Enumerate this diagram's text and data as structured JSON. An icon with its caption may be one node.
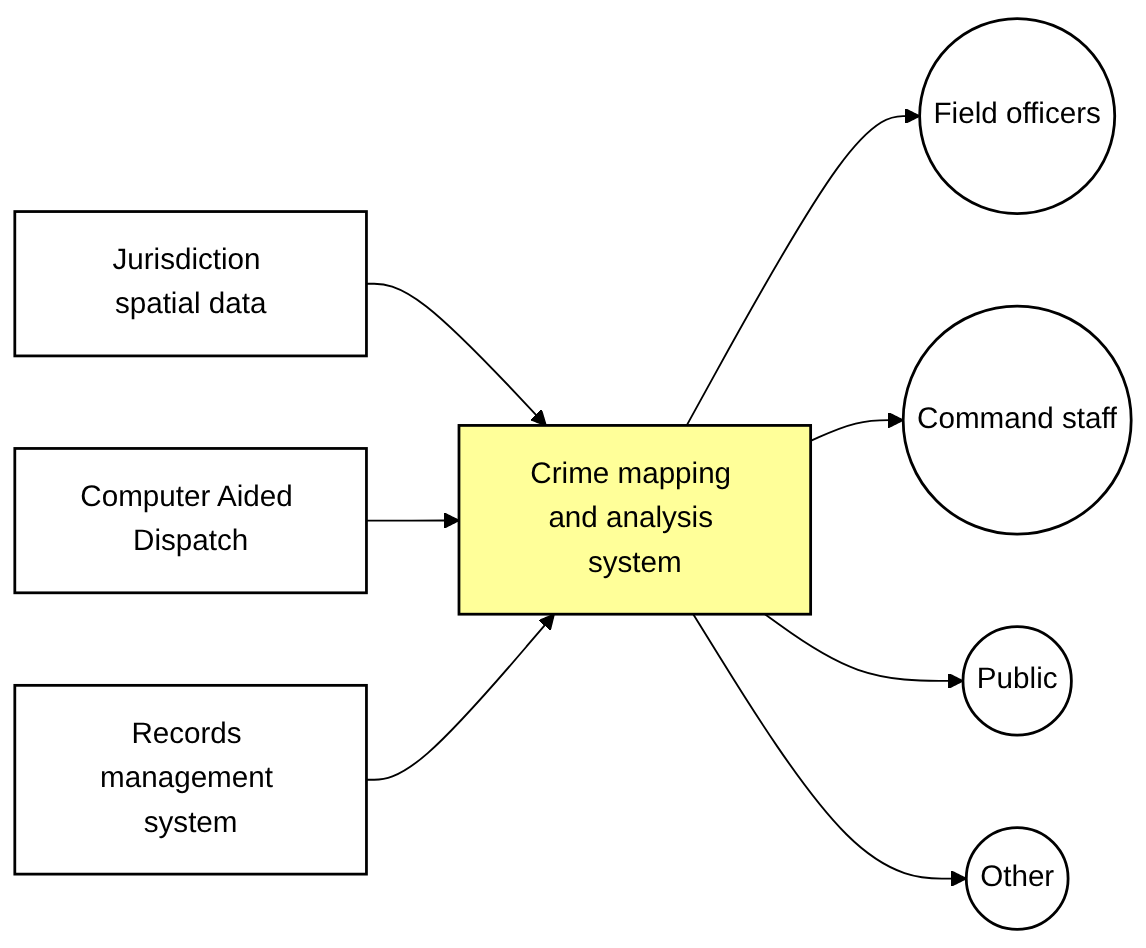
{
  "diagram": {
    "nodes": [
      {
        "text": [
          "Jurisdiction spatial data"
        ]
      },
      {
        "text": [
          "Computer Aided Dispatch"
        ]
      },
      {
        "text": [
          "Records management system"
        ]
      },
      {
        "text": [
          "Crime mapping and analysis system"
        ]
      },
      {
        "text": [
          "Field officers"
        ]
      },
      {
        "text": [
          "Command staff"
        ]
      },
      {
        "text": [
          "Public"
        ]
      },
      {
        "text": [
          "Other"
        ]
      }
    ],
    "edges": [
      {
        "from": 0,
        "to": 3,
        "arrow": "to"
      },
      {
        "from": 1,
        "to": 3,
        "arrow": "to"
      },
      {
        "from": 2,
        "to": 3,
        "arrow": "to"
      },
      {
        "from": 3,
        "to": 4,
        "arrow": "to"
      },
      {
        "from": 3,
        "to": 5,
        "arrow": "to"
      },
      {
        "from": 3,
        "to": 6,
        "arrow": "to"
      },
      {
        "from": 3,
        "to": 7,
        "arrow": "to"
      }
    ]
  }
}
